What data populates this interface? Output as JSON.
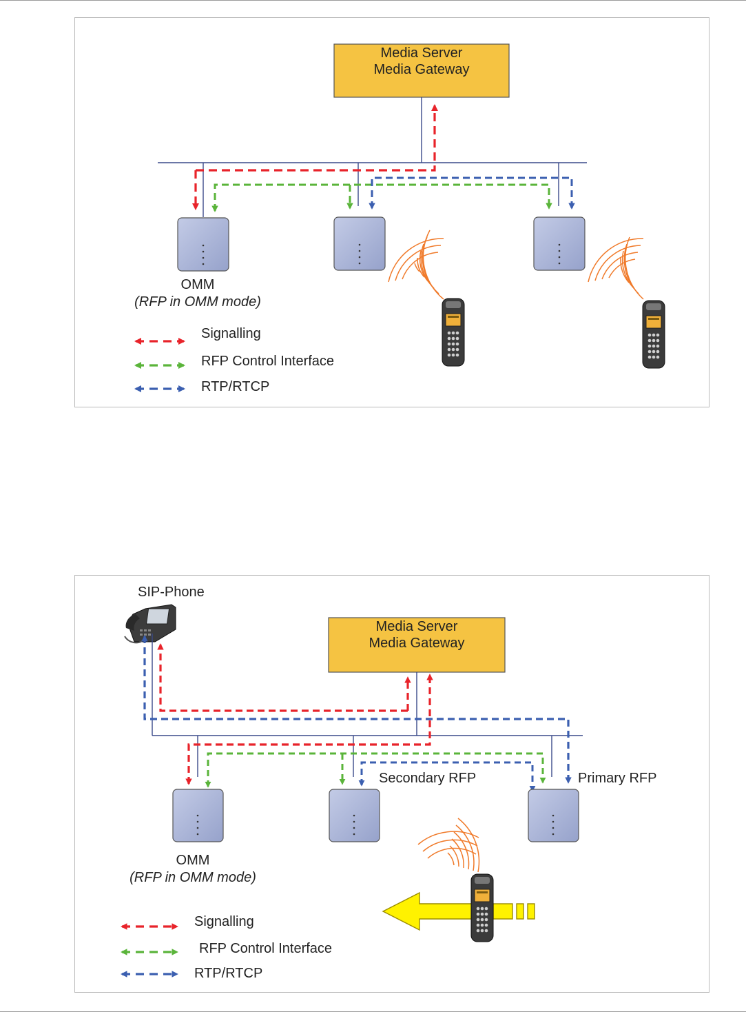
{
  "diagram1": {
    "server_line1": "Media Server",
    "server_line2": "Media Gateway",
    "omm_label": "OMM",
    "omm_sublabel": "(RFP in OMM mode)",
    "legend": [
      {
        "label": "Signalling",
        "color": "#e8232a"
      },
      {
        "label": "RFP Control Interface",
        "color": "#5ab43a"
      },
      {
        "label": "RTP/RTCP",
        "color": "#3b5fb0"
      }
    ]
  },
  "diagram2": {
    "sip_phone_label": "SIP-Phone",
    "server_line1": "Media Server",
    "server_line2": "Media Gateway",
    "secondary_rfp_label": "Secondary RFP",
    "primary_rfp_label": "Primary RFP",
    "omm_label": "OMM",
    "omm_sublabel": "(RFP in OMM mode)",
    "legend": [
      {
        "label": "Signalling",
        "color": "#e8232a"
      },
      {
        "label": "RFP Control Interface",
        "color": "#5ab43a"
      },
      {
        "label": "RTP/RTCP",
        "color": "#3b5fb0"
      }
    ]
  },
  "colors": {
    "server_fill": "#f5c342",
    "rfp_fill": "#a9b4d6",
    "signalling": "#e8232a",
    "control": "#5ab43a",
    "rtp": "#3b5fb0",
    "waves": "#f07a2a",
    "move_arrow": "#fff200"
  }
}
